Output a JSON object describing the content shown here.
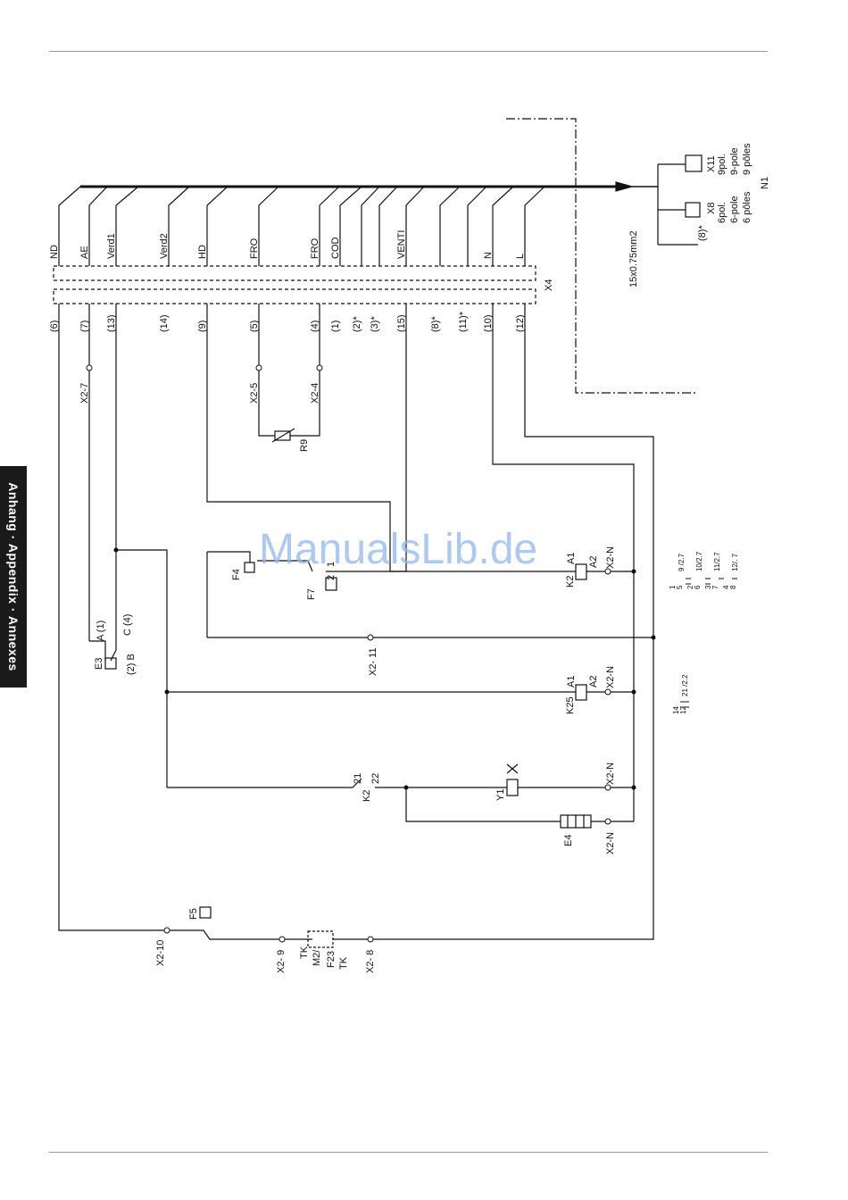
{
  "page": {
    "side_tab": "Anhang · Appendix · Annexes",
    "watermark": "ManualsLib.de"
  },
  "connector_x4": {
    "label": "X4",
    "signals": [
      "ND",
      "AE",
      "Verd1",
      "Verd2",
      "HD",
      "FRO",
      "FRO",
      "COD",
      "VENTI",
      "N",
      "L"
    ],
    "wire_numbers": [
      "(6)",
      "(7)",
      "(13)",
      "(14)",
      "(9)",
      "(5)",
      "(4)",
      "(1)",
      "(2)*",
      "(3)*",
      "(15)",
      "(8)*",
      "(11)*",
      "(10)",
      "(12)"
    ]
  },
  "cable": {
    "spec": "15x0.75mm2"
  },
  "board": {
    "label": "N1",
    "x11": {
      "name": "X11",
      "desc": [
        "9pol.",
        "9-pole",
        "9 pôles"
      ]
    },
    "x8": {
      "name": "X8",
      "desc": [
        "6pol.",
        "6-pole",
        "6 pôles"
      ]
    },
    "optional": "(8)*"
  },
  "terminals": [
    "X2-7",
    "X2-5",
    "X2-4",
    "X2- 11",
    "X2-N",
    "X2-N",
    "X2-N",
    "X2-N",
    "X2-10",
    "X2- 9",
    "X2- 8"
  ],
  "components": {
    "r9": "R9",
    "e3": "E3",
    "e3_contacts": [
      "A (1)",
      "C (4)",
      "(2) B"
    ],
    "f4": "F4",
    "f7": "F7",
    "f5": "F5",
    "k2": "K2",
    "k2_coil_pins": [
      "A1",
      "A2"
    ],
    "k2_contact_pins": [
      "21",
      "22"
    ],
    "k25": "K25",
    "k25_pins": [
      "A1",
      "A2"
    ],
    "y1": "Y1",
    "e4": "E4",
    "m2": "M2/",
    "f23": "F23",
    "tk": [
      "TK",
      "TK"
    ],
    "pins_1_2": [
      "1",
      "2"
    ]
  },
  "legend": {
    "k2_contacts": [
      "9 /2.7",
      "10/2.7",
      "11/2.7",
      "12/. 7"
    ],
    "k2_pin_numbers": [
      "1",
      "5",
      "2",
      "6",
      "3",
      "7",
      "4",
      "8"
    ],
    "k25_contact": "21 /2.2",
    "k25_pins": [
      "14",
      "12"
    ]
  }
}
